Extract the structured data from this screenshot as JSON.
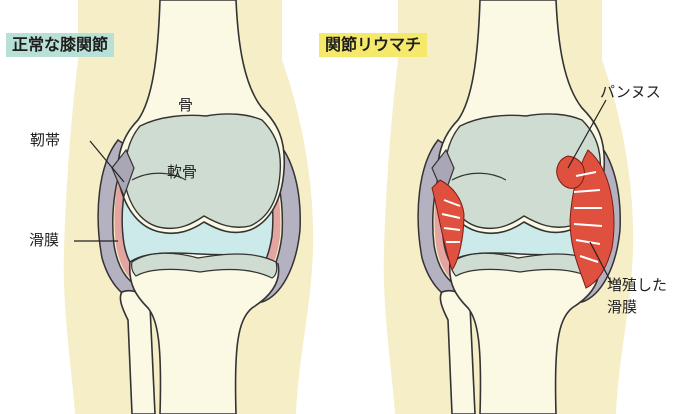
{
  "titles": {
    "normal": "正常な膝関節",
    "ra": "関節リウマチ"
  },
  "labels": {
    "bone": "骨",
    "cartilage": "軟骨",
    "ligament": "靭帯",
    "synovium": "滑膜",
    "pannus": "パンヌス",
    "proliferated_line1": "増殖した",
    "proliferated_line2": "滑膜"
  },
  "colors": {
    "background": "#ffffff",
    "skin": "#f6eec7",
    "bone": "#fbf8e4",
    "cartilage": "#cfdcd2",
    "synovial_fluid": "#cdeaea",
    "capsule": "#b4b2c0",
    "synovium": "#e4a4a2",
    "inflamed": "#e0503e",
    "title_normal_bg": "#b8e0d6",
    "title_ra_bg": "#f5e96c"
  }
}
